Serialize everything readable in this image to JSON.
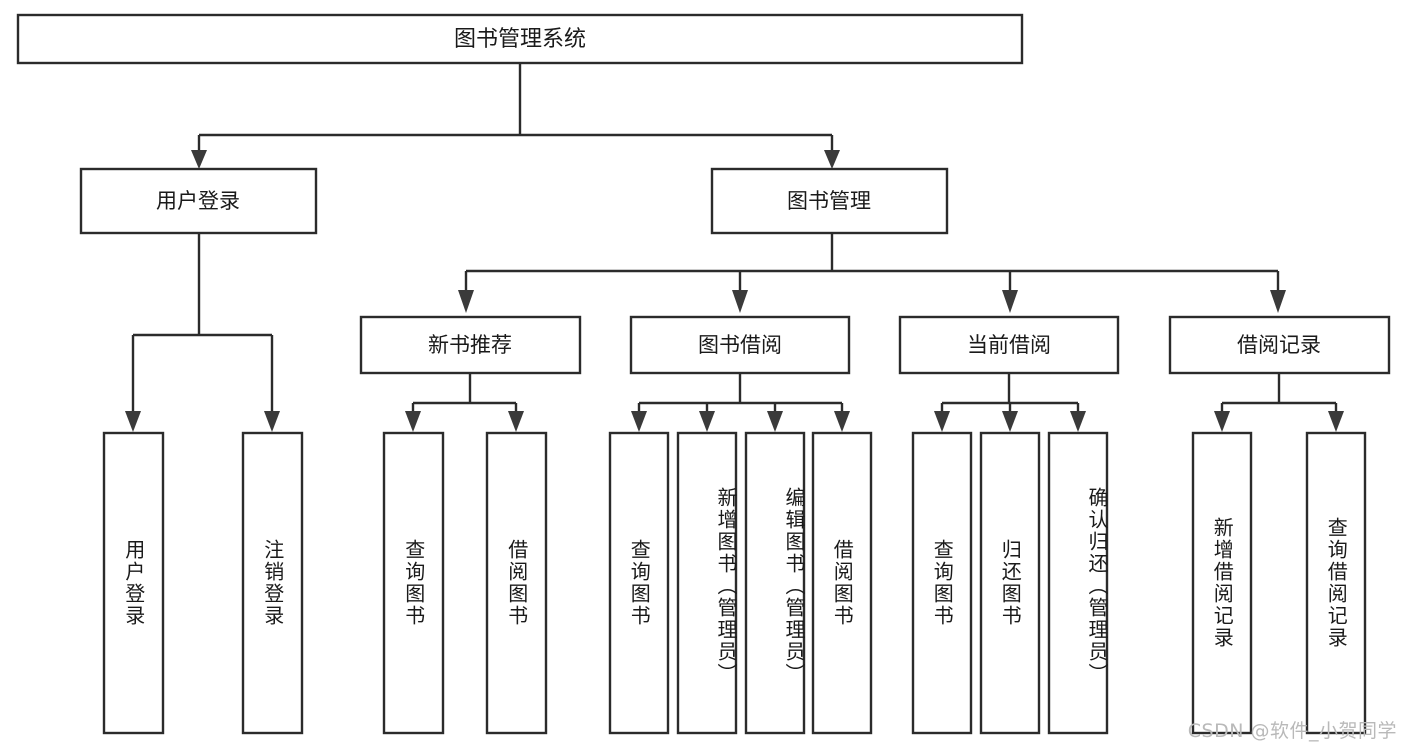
{
  "diagram": {
    "title": "图书管理系统",
    "type": "tree",
    "orientation": "top-down",
    "colors": {
      "box_stroke": "#2b2b2b",
      "box_fill": "#ffffff",
      "edge": "#2b2b2b",
      "text": "#1a1a1a",
      "watermark": "#b9b9b9",
      "background": "#ffffff"
    },
    "root": {
      "label": "图书管理系统"
    },
    "level2": [
      {
        "label": "用户登录"
      },
      {
        "label": "图书管理"
      }
    ],
    "level3": [
      {
        "label": "新书推荐"
      },
      {
        "label": "图书借阅"
      },
      {
        "label": "当前借阅"
      },
      {
        "label": "借阅记录"
      }
    ],
    "leaves": {
      "user_login": [
        {
          "label": "用户登录"
        },
        {
          "label": "注销登录"
        }
      ],
      "new_book_recommend": [
        {
          "label": "查询图书"
        },
        {
          "label": "借阅图书"
        }
      ],
      "book_borrow": [
        {
          "label": "查询图书"
        },
        {
          "label": "新增图书（管理员）"
        },
        {
          "label": "编辑图书（管理员）"
        },
        {
          "label": "借阅图书"
        }
      ],
      "current_borrow": [
        {
          "label": "查询图书"
        },
        {
          "label": "归还图书"
        },
        {
          "label": "确认归还（管理员）"
        }
      ],
      "borrow_record": [
        {
          "label": "新增借阅记录"
        },
        {
          "label": "查询借阅记录"
        }
      ]
    }
  },
  "watermark": {
    "text": "CSDN @软件_小贺同学"
  }
}
